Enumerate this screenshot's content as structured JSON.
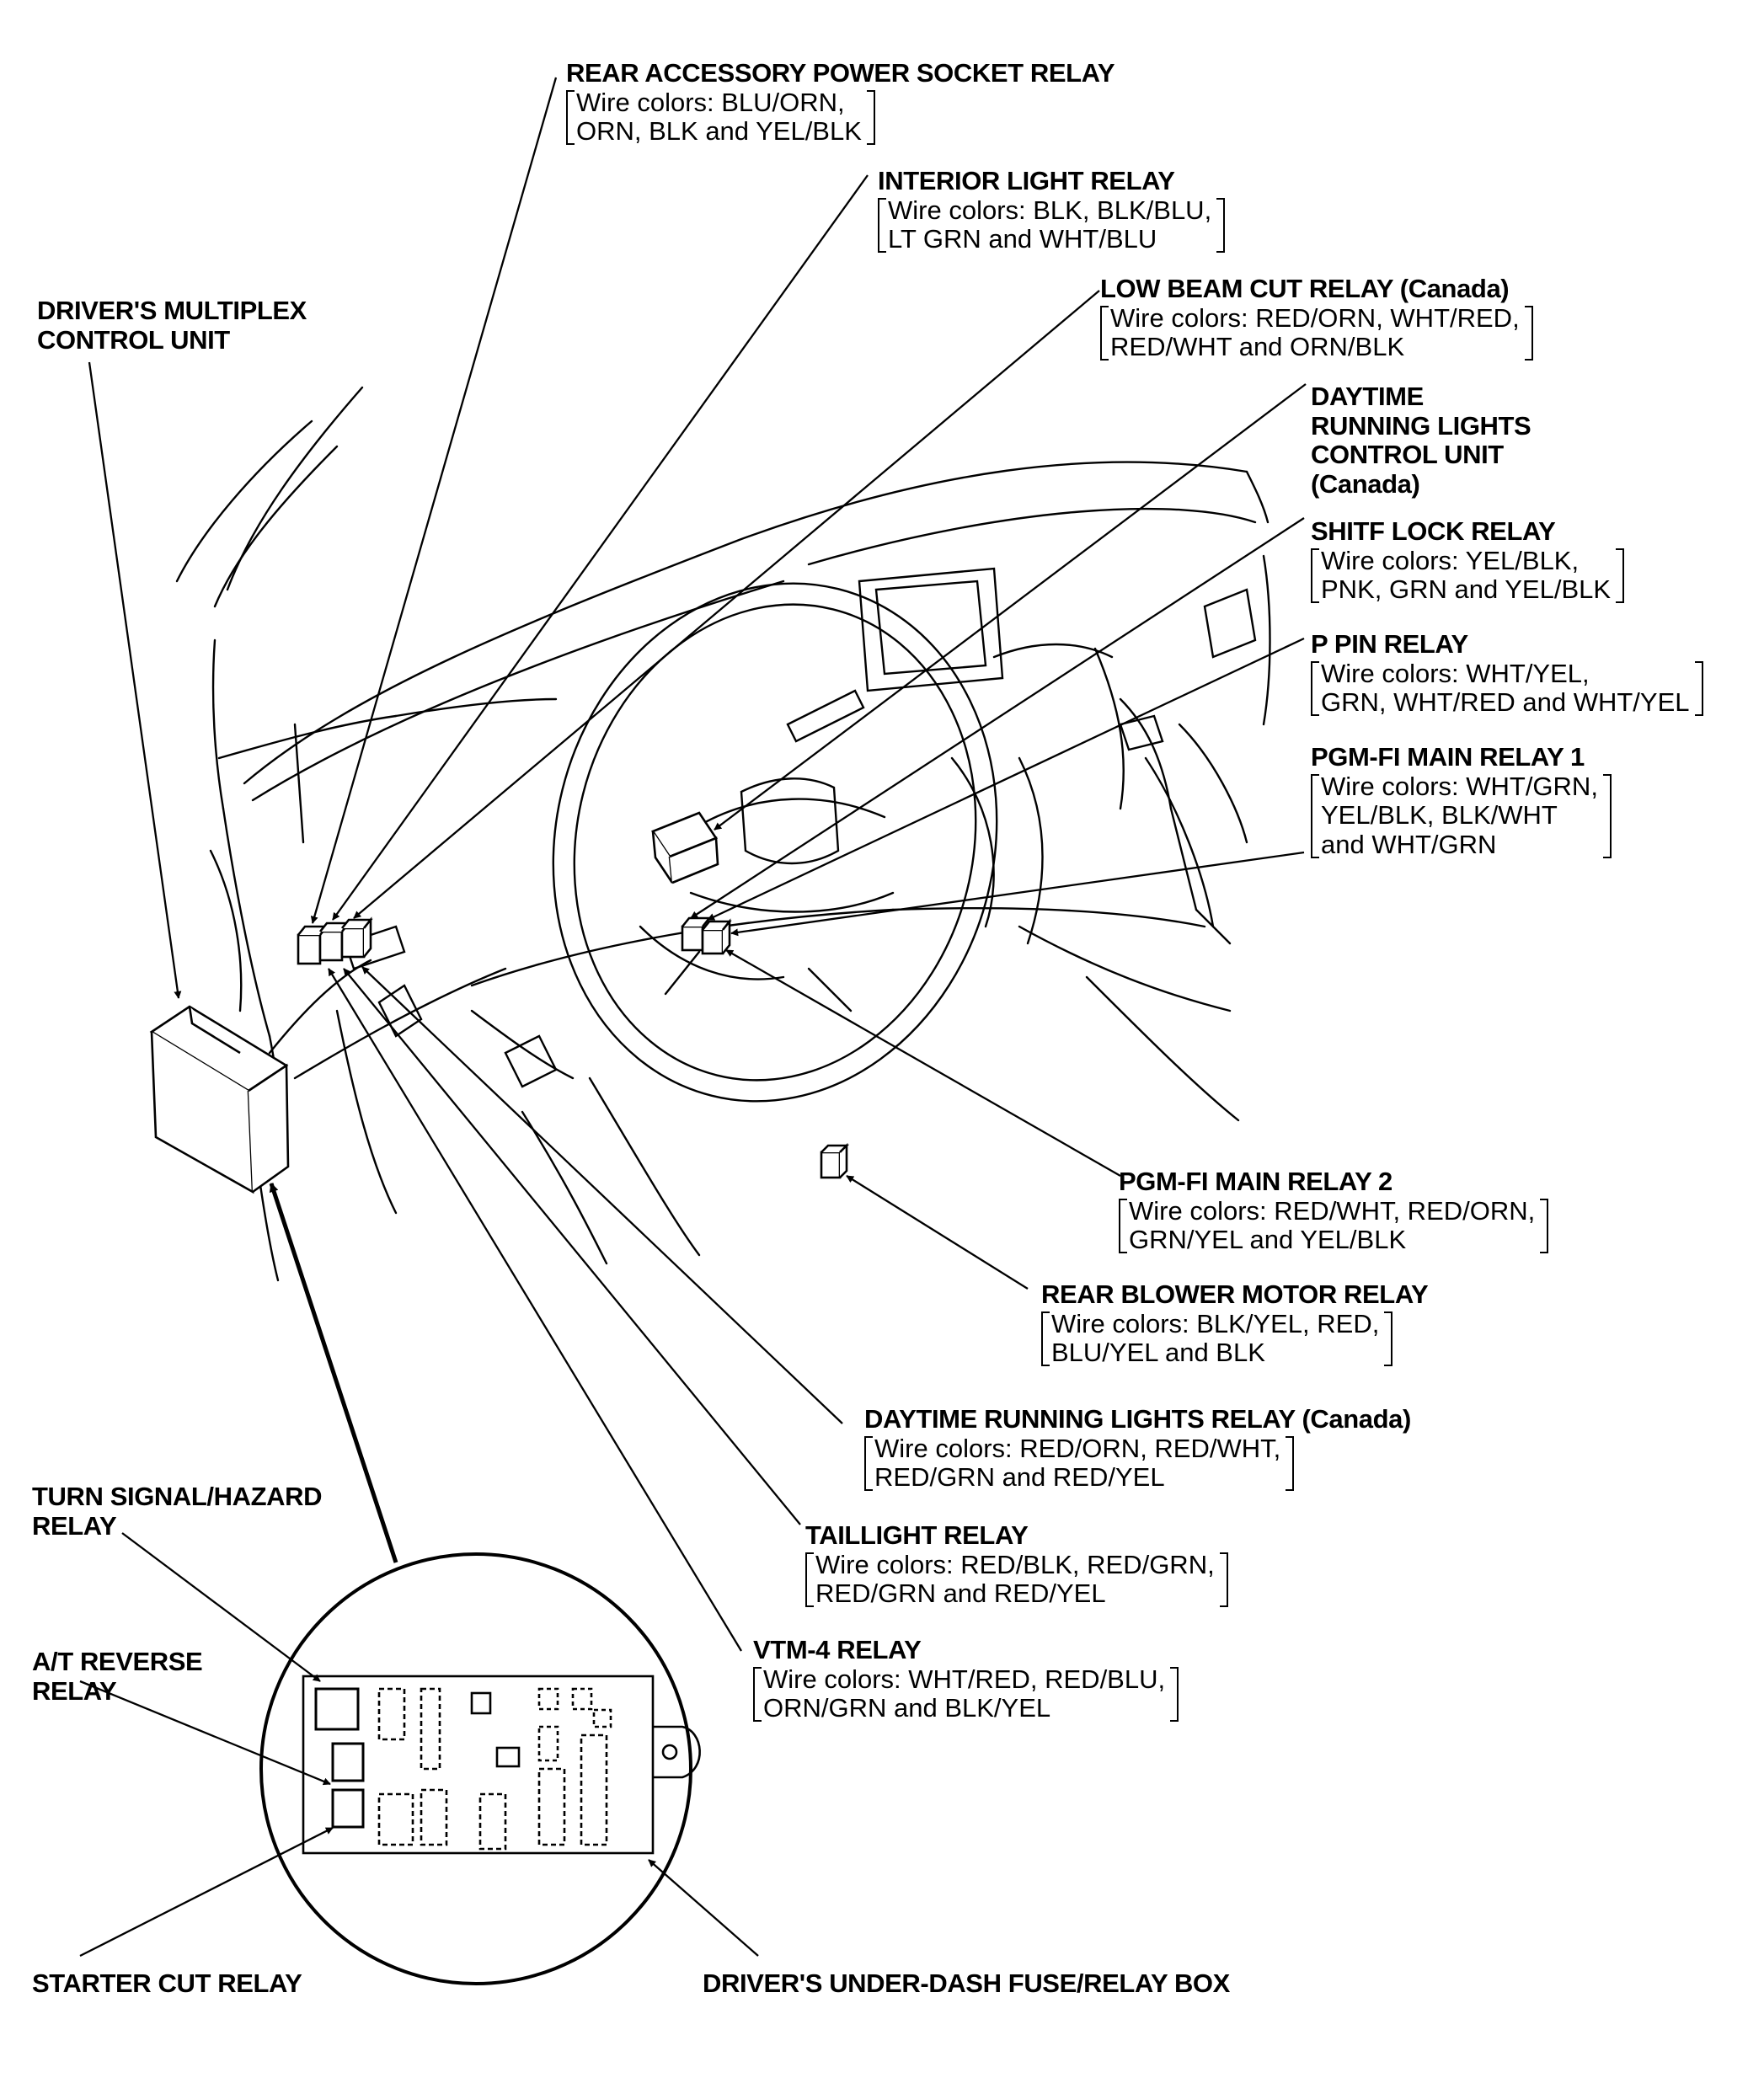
{
  "labels": {
    "rear_accessory": {
      "title": "REAR ACCESSORY POWER SOCKET RELAY",
      "wire": [
        "Wire colors: BLU/ORN,",
        "ORN, BLK and YEL/BLK"
      ]
    },
    "interior_light": {
      "title": "INTERIOR LIGHT RELAY",
      "wire": [
        "Wire colors: BLK, BLK/BLU,",
        "LT GRN and WHT/BLU"
      ]
    },
    "low_beam": {
      "title": "LOW BEAM CUT RELAY (Canada)",
      "wire": [
        "Wire colors: RED/ORN, WHT/RED,",
        "RED/WHT and ORN/BLK"
      ]
    },
    "drl_control": {
      "title": [
        "DAYTIME",
        "RUNNING LIGHTS",
        "CONTROL UNIT",
        "(Canada)"
      ]
    },
    "shift_lock": {
      "title": "SHITF LOCK RELAY",
      "wire": [
        "Wire colors: YEL/BLK,",
        "PNK, GRN and YEL/BLK"
      ]
    },
    "p_pin": {
      "title": "P PIN RELAY",
      "wire": [
        "Wire colors: WHT/YEL,",
        "GRN, WHT/RED and WHT/YEL"
      ]
    },
    "pgmfi_1": {
      "title": "PGM-FI MAIN RELAY 1",
      "wire": [
        "Wire colors: WHT/GRN,",
        "YEL/BLK, BLK/WHT",
        "and WHT/GRN"
      ]
    },
    "driver_mux": {
      "title": [
        "DRIVER'S MULTIPLEX",
        "CONTROL UNIT"
      ]
    },
    "pgmfi_2": {
      "title": "PGM-FI MAIN RELAY 2",
      "wire": [
        "Wire colors: RED/WHT, RED/ORN,",
        "GRN/YEL and YEL/BLK"
      ]
    },
    "rear_blower": {
      "title": "REAR BLOWER MOTOR RELAY",
      "wire": [
        "Wire colors: BLK/YEL, RED,",
        "BLU/YEL and BLK"
      ]
    },
    "drl_relay": {
      "title": "DAYTIME RUNNING LIGHTS RELAY (Canada)",
      "wire": [
        "Wire colors: RED/ORN, RED/WHT,",
        "RED/GRN and RED/YEL"
      ]
    },
    "taillight": {
      "title": "TAILLIGHT RELAY",
      "wire": [
        "Wire colors: RED/BLK, RED/GRN,",
        "RED/GRN and RED/YEL"
      ]
    },
    "vtm4": {
      "title": "VTM-4 RELAY",
      "wire": [
        "Wire colors: WHT/RED, RED/BLU,",
        "ORN/GRN and BLK/YEL"
      ]
    },
    "turn_signal": {
      "title": [
        "TURN SIGNAL/HAZARD",
        "RELAY"
      ]
    },
    "at_reverse": {
      "title": [
        "A/T REVERSE",
        "RELAY"
      ]
    },
    "starter_cut": {
      "title": "STARTER CUT RELAY"
    },
    "fuse_box": {
      "title": "DRIVER'S UNDER-DASH FUSE/RELAY BOX"
    }
  }
}
